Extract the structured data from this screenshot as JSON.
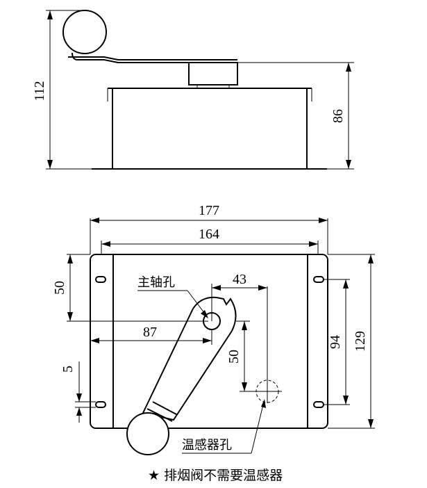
{
  "dimensions": {
    "side_total_height": "112",
    "side_body_height": "86",
    "top_outer_width": "177",
    "top_inner_width": "164",
    "spindle_offset_top": "50",
    "spindle_to_sensor": "43",
    "spindle_from_left": "87",
    "sensor_below_spindle": "50",
    "slot_spacing_v": "94",
    "plate_height": "129",
    "slot_length": "5"
  },
  "labels": {
    "spindle_hole": "主轴孔",
    "sensor_hole": "温感器孔"
  },
  "note": {
    "star": "★",
    "text": "排烟阀不需要温感器"
  }
}
